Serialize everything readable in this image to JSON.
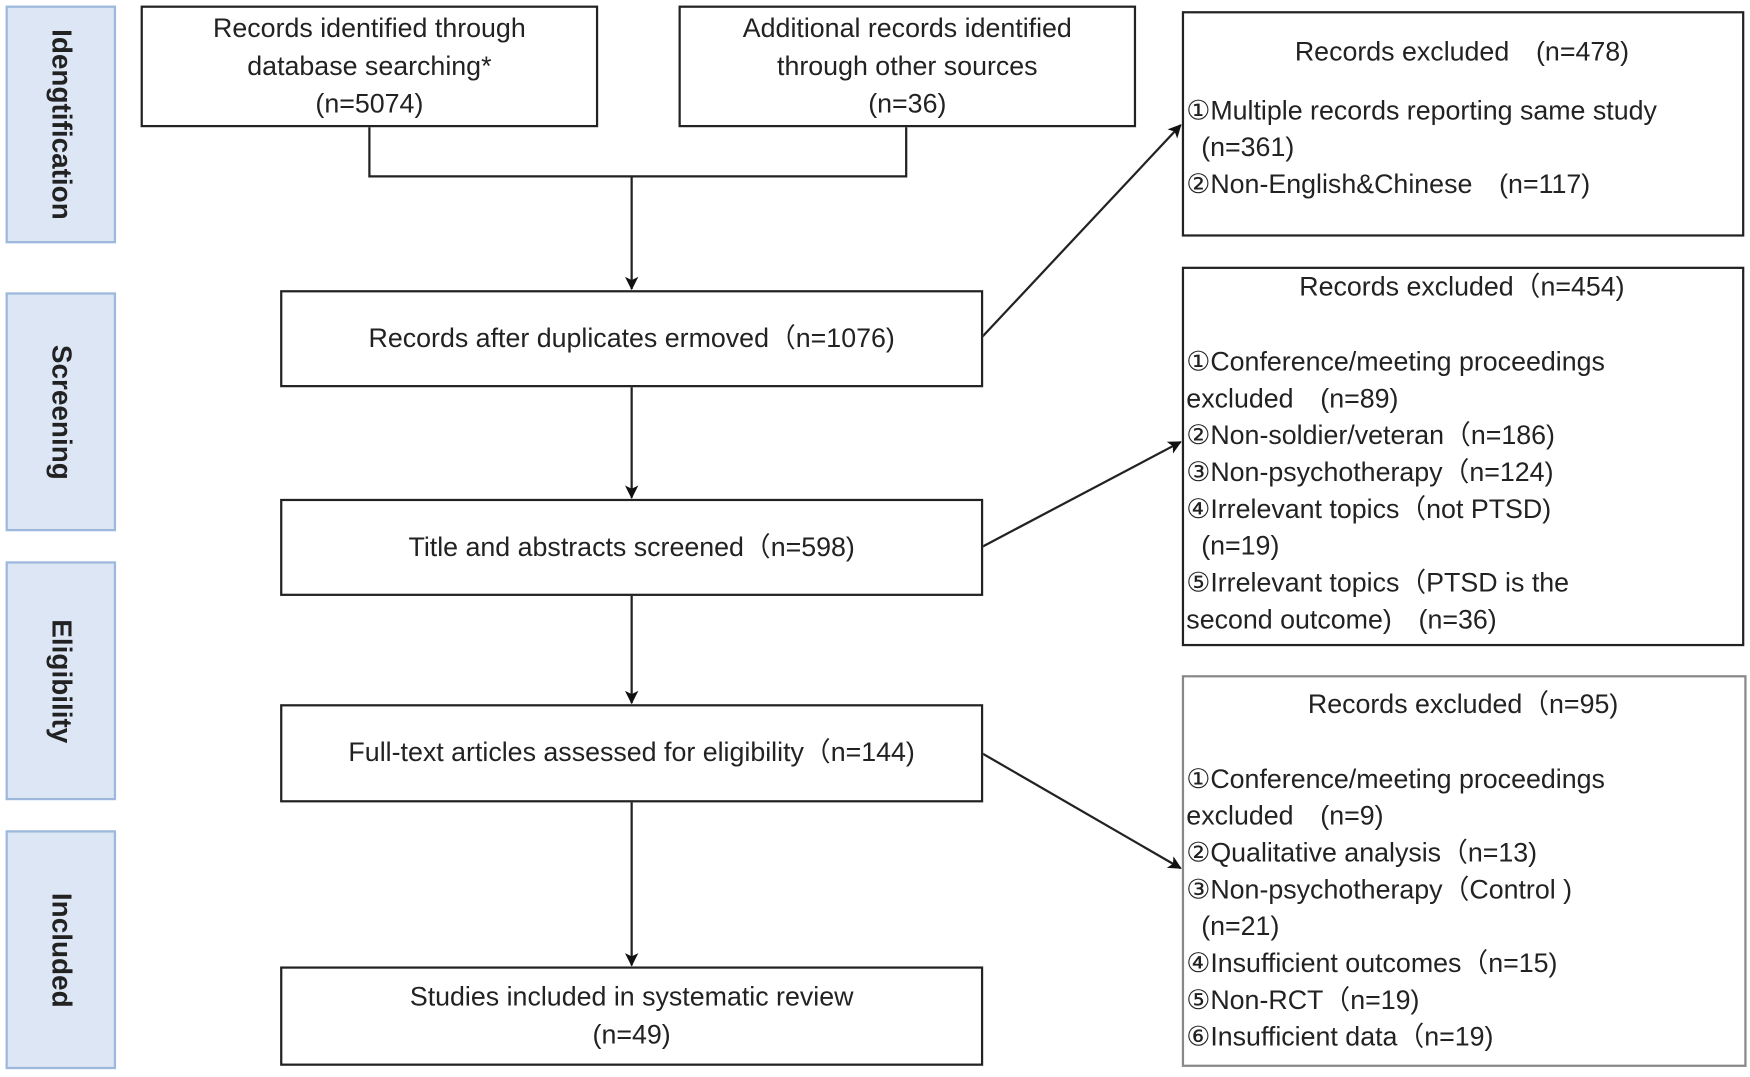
{
  "stages": [
    "Idengtification",
    "Screening",
    "Eligibility",
    "Included"
  ],
  "boxes": {
    "database": [
      "Records identified through",
      "database searching*",
      "(n=5074)"
    ],
    "other": [
      "Additional records identified",
      "through other sources",
      "(n=36)"
    ],
    "dedup": "Records after duplicates ermoved（n=1076)",
    "screened": "Title and abstracts screened（n=598)",
    "fulltext": "Full-text articles assessed for eligibility（n=144)",
    "included": [
      "Studies included in systematic review",
      "(n=49)"
    ]
  },
  "excluded": [
    {
      "title": "Records excluded　(n=478)",
      "lines": [
        "①Multiple records reporting same study",
        "  (n=361)",
        "②Non-English&Chinese　(n=117)"
      ]
    },
    {
      "title": "Records excluded（n=454)",
      "lines": [
        "①Conference/meeting proceedings",
        "excluded　(n=89)",
        "②Non-soldier/veteran（n=186)",
        "③Non-psychotherapy（n=124)",
        "④Irrelevant topics（not PTSD)",
        "  (n=19)",
        "⑤Irrelevant topics（PTSD is the",
        "second outcome)　(n=36)"
      ]
    },
    {
      "title": "Records excluded（n=95)",
      "lines": [
        "①Conference/meeting proceedings",
        "excluded　(n=9)",
        "②Qualitative analysis（n=13)",
        "③Non-psychotherapy（Control )",
        "  (n=21)",
        "④Insufficient outcomes（n=15)",
        "⑤Non-RCT（n=19)",
        "⑥Insufficient data（n=19)"
      ]
    }
  ],
  "colors": {
    "stage_fill": "#dce6f4",
    "stage_border": "#9db8dc"
  }
}
